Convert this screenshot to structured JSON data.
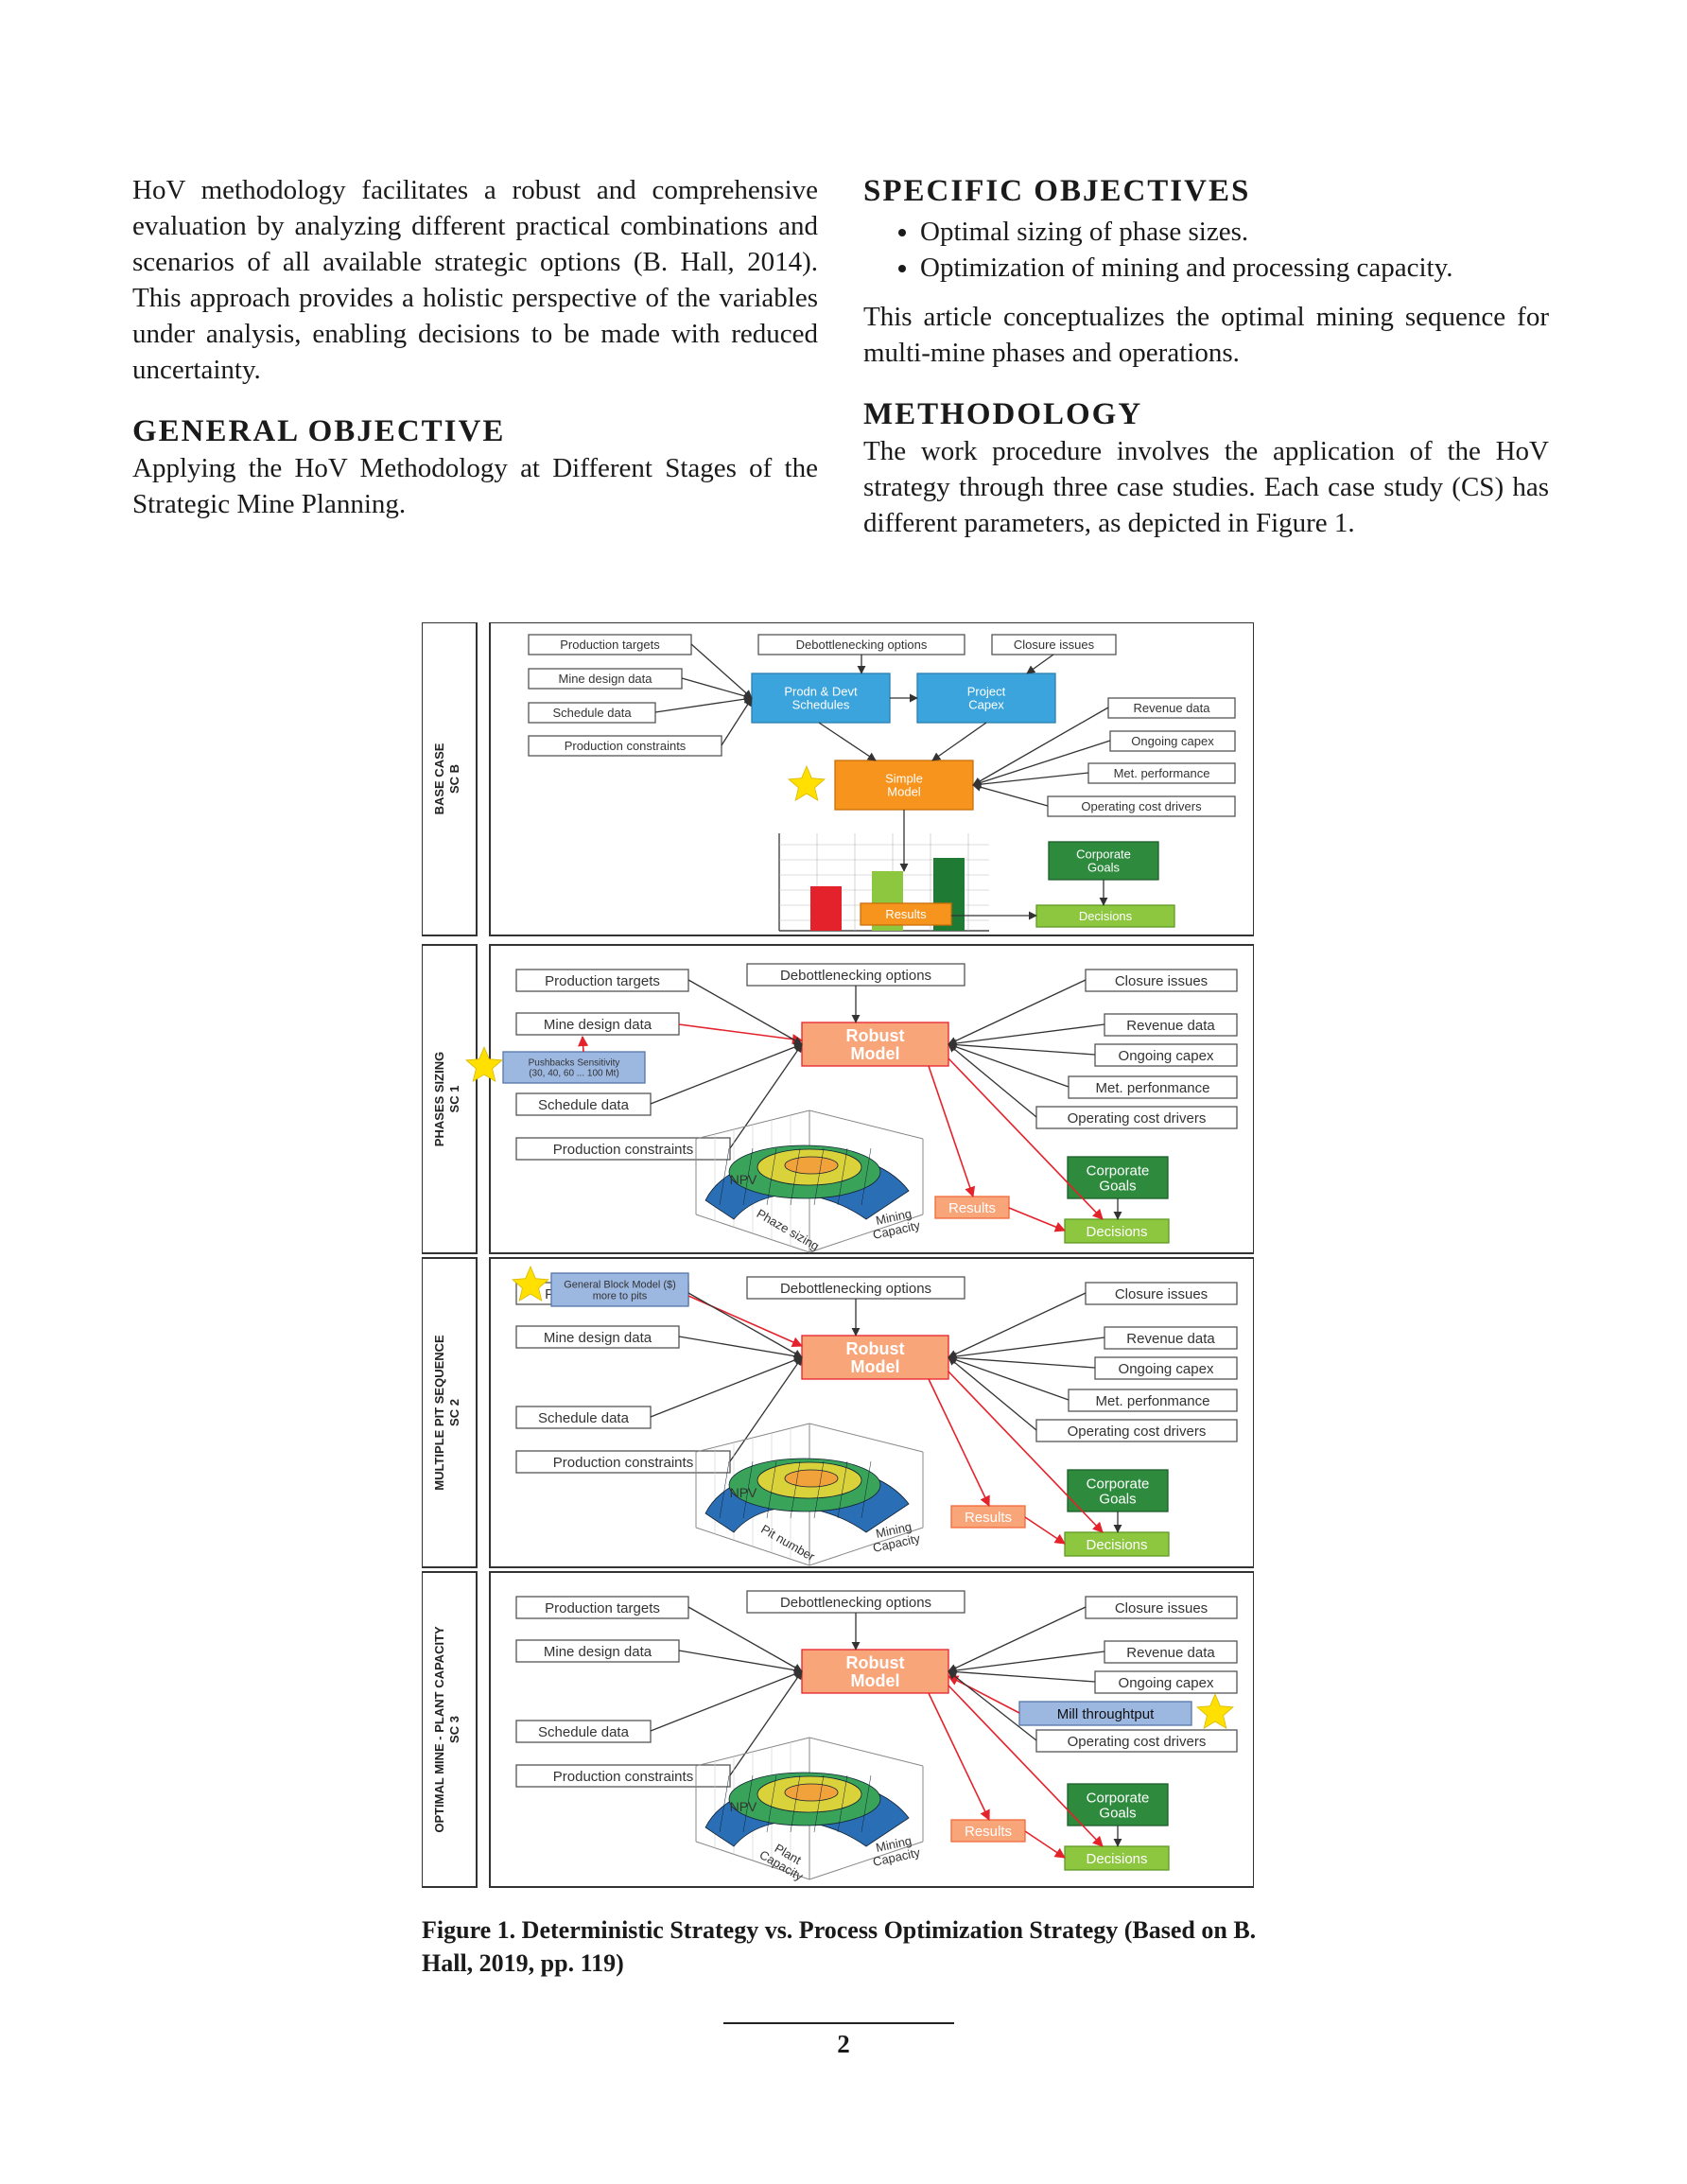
{
  "left_column": {
    "intro_paragraph": "HoV methodology facilitates a robust and comprehensive evaluation by analyzing different practical combinations and scenarios of all available strategic options (B. Hall, 2014). This approach provides a holistic perspective of the variables under analysis, enabling decisions to be made with reduced uncertainty.",
    "general_objective_heading": "GENERAL OBJECTIVE",
    "general_objective_text": "Applying the HoV Methodology at Different Stages of the Strategic Mine Planning."
  },
  "right_column": {
    "specific_objectives_heading": "SPECIFIC OBJECTIVES",
    "specific_objectives": [
      "Optimal sizing of phase sizes.",
      "Optimization of mining and processing capacity."
    ],
    "article_paragraph": "This article conceptualizes the optimal mining sequence for multi-mine phases and operations.",
    "methodology_heading": "METHODOLOGY",
    "methodology_paragraph": "The work procedure involves the application of the HoV strategy through three case studies. Each case study (CS) has different parameters, as depicted in Figure 1."
  },
  "figure": {
    "panels": [
      {
        "side_label": "BASE CASE",
        "side_sub": "SC B",
        "left_boxes": [
          "Production targets",
          "Mine design data",
          "Schedule data",
          "Production constraints"
        ],
        "top_boxes": [
          "Debottlenecking options",
          "Closure issues"
        ],
        "blue_boxes": [
          "Prodn & Devt Schedules",
          "Project Capex"
        ],
        "center_box": "Simple Model",
        "right_boxes": [
          "Revenue data",
          "Ongoing capex",
          "Met. performance",
          "Operating cost drivers"
        ],
        "corporate_goals": "Corporate Goals",
        "results": "Results",
        "decisions": "Decisions"
      },
      {
        "side_label": "PHASES SIZING",
        "side_sub": "SC 1",
        "left_boxes": [
          "Production targets",
          "Mine design data",
          "Schedule data",
          "Production constraints"
        ],
        "highlight_box": "Pushbacks Sensitivity (30, 40, 60 ... 100 Mt)",
        "top_box": "Debottlenecking options",
        "center_box": "Robust Model",
        "right_boxes": [
          "Closure issues",
          "Revenue data",
          "Ongoing capex",
          "Met. perfonmance",
          "Operating cost drivers"
        ],
        "axis_npv": "NPV",
        "axis_b": "Mining Capacity",
        "axis_c": "Phaze sizing",
        "corporate_goals": "Corporate Goals",
        "results": "Results",
        "decisions": "Decisions"
      },
      {
        "side_label": "MULTIPLE PIT SEQUENCE",
        "side_sub": "SC 2",
        "left_boxes": [
          "Production targets",
          "Mine design data",
          "Schedule data",
          "Production constraints"
        ],
        "highlight_box": "General Block Model ($) more to pits",
        "top_box": "Debottlenecking options",
        "center_box": "Robust Model",
        "right_boxes": [
          "Closure issues",
          "Revenue data",
          "Ongoing capex",
          "Met. perfonmance",
          "Operating cost drivers"
        ],
        "axis_npv": "NPV",
        "axis_b": "Mining Capacity",
        "axis_c": "Pit number",
        "corporate_goals": "Corporate Goals",
        "results": "Results",
        "decisions": "Decisions"
      },
      {
        "side_label": "OPTIMAL MINE - PLANT CAPACITY",
        "side_sub": "SC 3",
        "left_boxes": [
          "Production targets",
          "Mine design data",
          "Schedule data",
          "Production constraints"
        ],
        "highlight_box": "Mill throughtput",
        "top_box": "Debottlenecking options",
        "center_box": "Robust Model",
        "right_boxes": [
          "Closure issues",
          "Revenue data",
          "Ongoing capex",
          "Operating cost drivers"
        ],
        "axis_npv": "NPV",
        "axis_b": "Mining Capacity",
        "axis_c": "Plant Capacity",
        "corporate_goals": "Corporate Goals",
        "results": "Results",
        "decisions": "Decisions"
      }
    ],
    "caption": "Figure 1.  Deterministic Strategy vs. Process Optimization Strategy (Based on B. Hall, 2019, pp. 119)"
  },
  "footer": {
    "page_number": "2"
  },
  "colors": {
    "blue_box": "#3ba4dc",
    "orange_box": "#f7941d",
    "salmon_box": "#f9a57a",
    "green_dark": "#2e8b3e",
    "green_light": "#8dc63f",
    "highlight_blue": "#9cb7e0",
    "star": "#ffe000",
    "arrow_red": "#e4222b"
  }
}
